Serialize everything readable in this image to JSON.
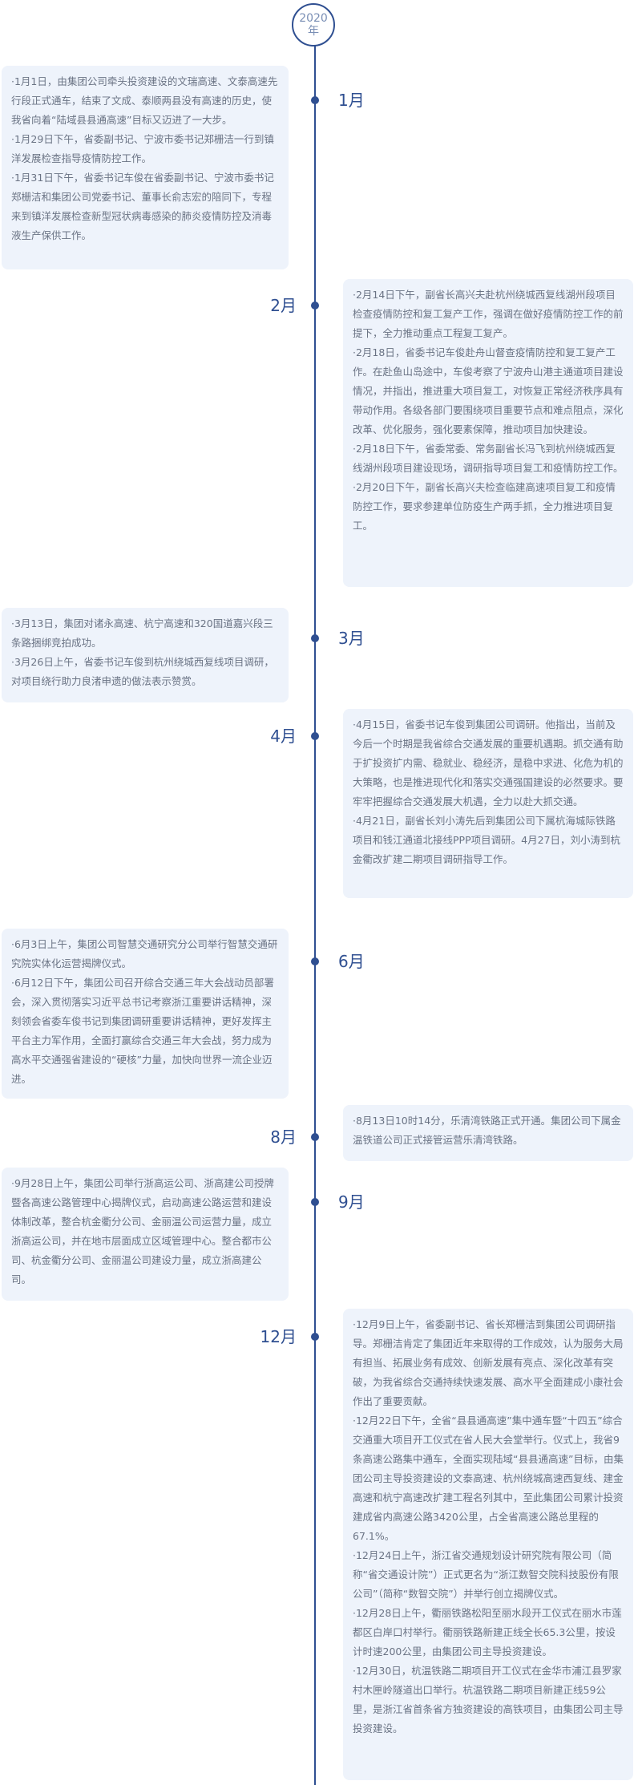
{
  "year": "2020年",
  "events": [
    {
      "month": "1月",
      "entries": [
        "·1月1日，由集团公司牵头投资建设的文瑞高速、文泰高速先行段正式通车，结束了文成、泰顺两县没有高速的历史，使我省向着“陆域县县通高速”目标又迈进了一大步。",
        "·1月29日下午，省委副书记、宁波市委书记郑栅洁一行到镇洋发展检查指导疫情防控工作。",
        "·1月31日下午，省委书记车俊在省委副书记、宁波市委书记郑栅洁和集团公司党委书记、董事长俞志宏的陪同下，专程来到镇洋发展检查新型冠状病毒感染的肺炎疫情防控及消毒液生产保供工作。"
      ]
    },
    {
      "month": "2月",
      "entries": [
        "·2月14日下午，副省长高兴夫赴杭州绕城西复线湖州段项目检查疫情防控和复工复产工作，强调在做好疫情防控工作的前提下，全力推动重点工程复工复产。",
        "·2月18日，省委书记车俊赴舟山督查疫情防控和复工复产工作。在赴鱼山岛途中，车俊考察了宁波舟山港主通道项目建设情况，并指出，推进重大项目复工，对恢复正常经济秩序具有带动作用。各级各部门要围绕项目重要节点和难点阻点，深化改革、优化服务，强化要素保障，推动项目加快建设。",
        "·2月18日下午，省委常委、常务副省长冯飞到杭州绕城西复线湖州段项目建设现场，调研指导项目复工和疫情防控工作。",
        "·2月20日下午，副省长高兴夫检查临建高速项目复工和疫情防控工作，要求参建单位防疫生产两手抓，全力推进项目复工。"
      ]
    },
    {
      "month": "3月",
      "entries": [
        "·3月13日，集团对诸永高速、杭宁高速和320国道嘉兴段三条路捆绑竞拍成功。",
        "·3月26日上午，省委书记车俊到杭州绕城西复线项目调研，对项目绕行助力良渚申遗的做法表示赞赏。"
      ]
    },
    {
      "month": "4月",
      "entries": [
        "·4月15日，省委书记车俊到集团公司调研。他指出，当前及今后一个时期是我省综合交通发展的重要机遇期。抓交通有助于扩投资扩内需、稳就业、稳经济，是稳中求进、化危为机的大策略，也是推进现代化和落实交通强国建设的必然要求。要牢牢把握综合交通发展大机遇，全力以赴大抓交通。",
        "·4月21日，副省长刘小涛先后到集团公司下属杭海城际铁路项目和钱江通道北接线PPP项目调研。4月27日，刘小涛到杭金衢改扩建二期项目调研指导工作。"
      ]
    },
    {
      "month": "6月",
      "entries": [
        "·6月3日上午，集团公司智慧交通研究分公司举行智慧交通研究院实体化运营揭牌仪式。",
        "·6月12日下午，集团公司召开综合交通三年大会战动员部署会，深入贯彻落实习近平总书记考察浙江重要讲话精神，深刻领会省委车俊书记到集团调研重要讲话精神，更好发挥主平台主力军作用，全面打赢综合交通三年大会战，努力成为高水平交通强省建设的“硬核”力量，加快向世界一流企业迈进。"
      ]
    },
    {
      "month": "8月",
      "entries": [
        "·8月13日10时14分，乐清湾铁路正式开通。集团公司下属金温铁道公司正式接管运营乐清湾铁路。"
      ]
    },
    {
      "month": "9月",
      "entries": [
        "·9月28日上午，集团公司举行浙高运公司、浙高建公司授牌暨各高速公路管理中心揭牌仪式，启动高速公路运营和建设体制改革，整合杭金衢分公司、金丽温公司运营力量，成立浙高运公司，并在地市层面成立区域管理中心。整合都市公司、杭金衢分公司、金丽温公司建设力量，成立浙高建公司。"
      ]
    },
    {
      "month": "12月",
      "entries": [
        "·12月9日上午，省委副书记、省长郑栅洁到集团公司调研指导。郑栅洁肯定了集团近年来取得的工作成效，认为服务大局有担当、拓展业务有成效、创新发展有亮点、深化改革有突破，为我省综合交通持续快速发展、高水平全面建成小康社会作出了重要贡献。",
        "·12月22日下午，全省“县县通高速”集中通车暨“十四五”综合交通重大项目开工仪式在省人民大会堂举行。仪式上，我省9条高速公路集中通车，全面实现陆域“县县通高速”目标，由集团公司主导投资建设的文泰高速、杭州绕城高速西复线、建金高速和杭宁高速改扩建工程名列其中，至此集团公司累计投资建成省内高速公路3420公里，占全省高速公路总里程的67.1%。",
        "·12月24日上午，浙江省交通规划设计研究院有限公司（简称“省交通设计院”）正式更名为“浙江数智交院科技股份有限公司”（简称“数智交院”）并举行创立揭牌仪式。",
        "·12月28日上午，衢丽铁路松阳至丽水段开工仪式在丽水市莲都区白岸口村举行。衢丽铁路新建正线全长65.3公里，按设计时速200公里，由集团公司主导投资建设。",
        "·12月30日，杭温铁路二期项目开工仪式在金华市浦江县罗家村木匣岭隧道出口举行。杭温铁路二期项目新建正线59公里，是浙江省首条省方独资建设的高铁项目，由集团公司主导投资建设。"
      ]
    }
  ],
  "colors": {
    "axis": "#2f4f91",
    "card_bg": "#eef3fb",
    "text": "#6a7384",
    "year_text": "#7a8fb5"
  }
}
